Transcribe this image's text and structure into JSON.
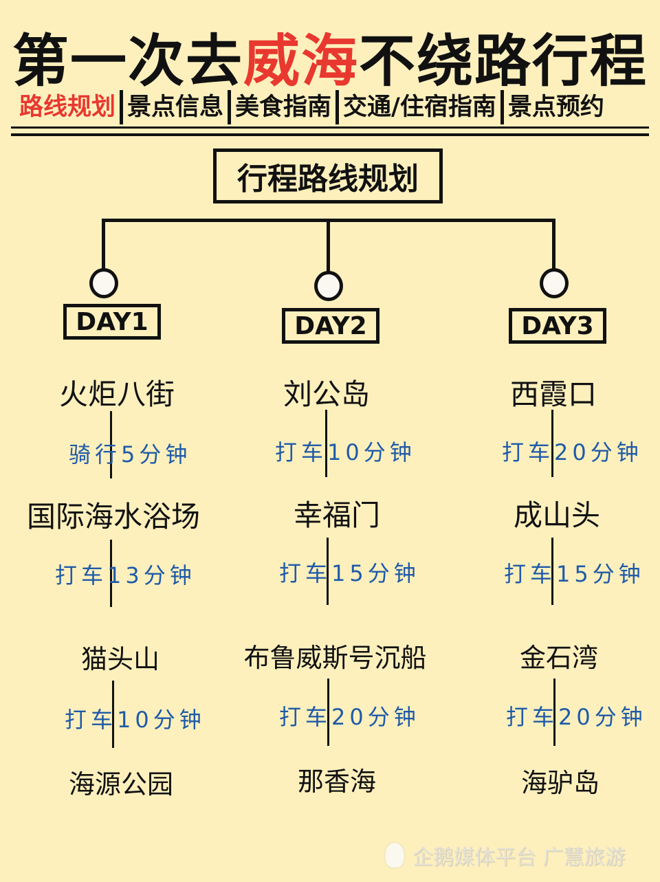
{
  "header": {
    "title_prefix": "第一次去",
    "title_highlight": "威海",
    "title_suffix": "不绕路行程",
    "highlight_color": "#e8382f"
  },
  "nav": {
    "items": [
      {
        "label": "路线规划",
        "active": true
      },
      {
        "label": "景点信息",
        "active": false
      },
      {
        "label": "美食指南",
        "active": false
      },
      {
        "label": "交通/住宿指南",
        "active": false
      },
      {
        "label": "景点预约",
        "active": false
      }
    ]
  },
  "plan": {
    "title": "行程路线规划"
  },
  "days": [
    {
      "label": "DAY1",
      "stops": [
        "火炬八街",
        "国际海水浴场",
        "猫头山",
        "海源公园"
      ],
      "transits": [
        "骑行5分钟",
        "打车13分钟",
        "打车10分钟"
      ]
    },
    {
      "label": "DAY2",
      "stops": [
        "刘公岛",
        "幸福门",
        "布鲁威斯号沉船",
        "那香海"
      ],
      "transits": [
        "打车10分钟",
        "打车15分钟",
        "打车20分钟"
      ]
    },
    {
      "label": "DAY3",
      "stops": [
        "西霞口",
        "成山头",
        "金石湾",
        "海驴岛"
      ],
      "transits": [
        "打车20分钟",
        "打车15分钟",
        "打车20分钟"
      ]
    }
  ],
  "watermark": {
    "icon": "penguin-icon",
    "text": "企鹅媒体平台 广慧旅游"
  },
  "colors": {
    "background": "#fdf0bd",
    "transit_text": "#1f5aa8",
    "accent": "#e8382f"
  }
}
